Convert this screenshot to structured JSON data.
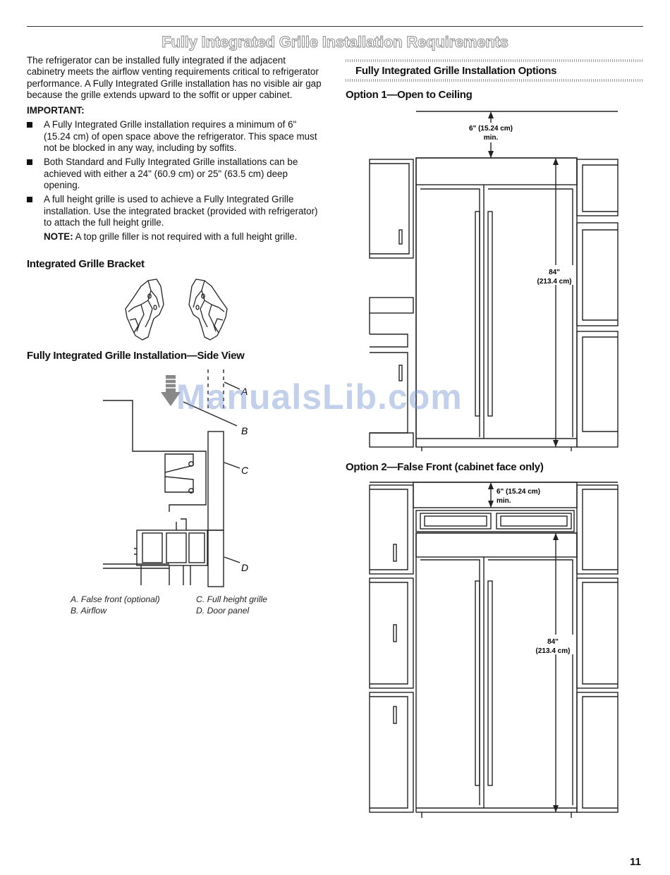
{
  "page": {
    "title": "Fully Integrated Grille Installation Requirements",
    "number": "11",
    "watermark": "ManualsLib.com"
  },
  "intro": {
    "paragraph": "The refrigerator can be installed fully integrated if the adjacent cabinetry meets the airflow venting requirements critical to refrigerator performance. A Fully Integrated Grille installation has no visible air gap because the grille extends upward to the soffit or upper cabinet.",
    "important_label": "IMPORTANT:",
    "bullets": [
      "A Fully Integrated Grille installation requires a minimum of 6\" (15.24 cm) of open space above the refrigerator.  This space must not be blocked in any way, including by soffits.",
      "Both Standard and Fully Integrated Grille installations can be achieved with either a 24\" (60.9 cm) or 25\" (63.5 cm) deep opening.",
      "A full height grille is used to achieve a Fully Integrated Grille installation. Use the integrated bracket (provided with refrigerator) to attach the full height grille."
    ],
    "note_label": "NOTE:",
    "note_text": " A top grille filler is not required with a full height grille."
  },
  "bracket": {
    "heading": "Integrated Grille Bracket"
  },
  "side_view": {
    "heading": "Fully Integrated Grille Installation—Side View",
    "callouts": [
      "A",
      "B",
      "C",
      "D"
    ],
    "legend": {
      "a": "A. False front (optional)",
      "b": "B. Airflow",
      "c": "C. Full height grille",
      "d": "D. Door panel"
    }
  },
  "options": {
    "heading": "Fully Integrated Grille Installation Options",
    "option1": {
      "heading": "Option 1—Open to Ceiling",
      "clearance_line1": "6\" (15.24 cm)",
      "clearance_line2": "min.",
      "height_line1": "84\"",
      "height_line2": "(213.4 cm)"
    },
    "option2": {
      "heading": "Option 2—False Front (cabinet face only)",
      "clearance_line1": "6\" (15.24 cm)",
      "clearance_line2": "min.",
      "height_line1": "84\"",
      "height_line2": "(213.4 cm)"
    }
  }
}
